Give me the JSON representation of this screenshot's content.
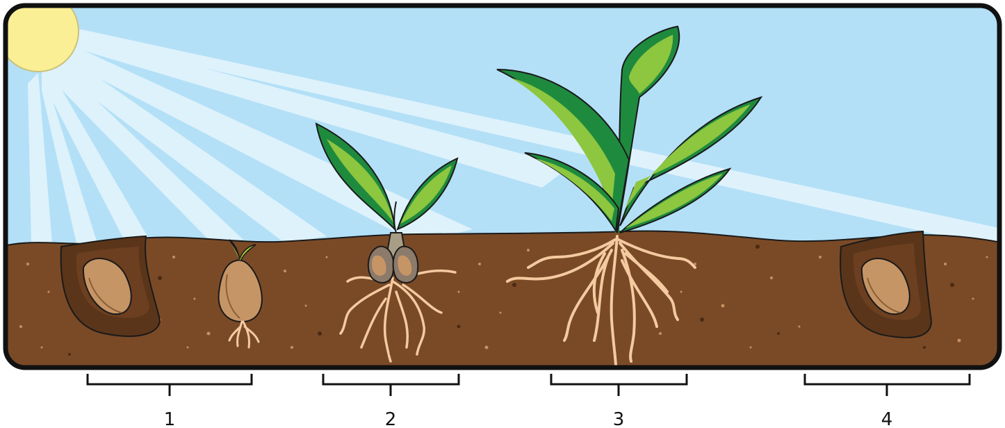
{
  "stages": [
    {
      "label": "1"
    },
    {
      "label": "2"
    },
    {
      "label": "3"
    },
    {
      "label": "4"
    }
  ],
  "colors": {
    "sky": "#B3E0F7",
    "sun": "#FBEF96",
    "soil": "#7A4A27",
    "soil_dark": "#5B3519",
    "seed": "#C69566",
    "leaf_dark": "#1E8A3E",
    "leaf_light": "#8DC63F",
    "root": "#F4CBA0"
  },
  "icons": {
    "sun": "sun-icon",
    "seed": "seed-icon",
    "seedling": "seedling-icon",
    "plant": "plant-icon",
    "roots": "roots-icon"
  }
}
